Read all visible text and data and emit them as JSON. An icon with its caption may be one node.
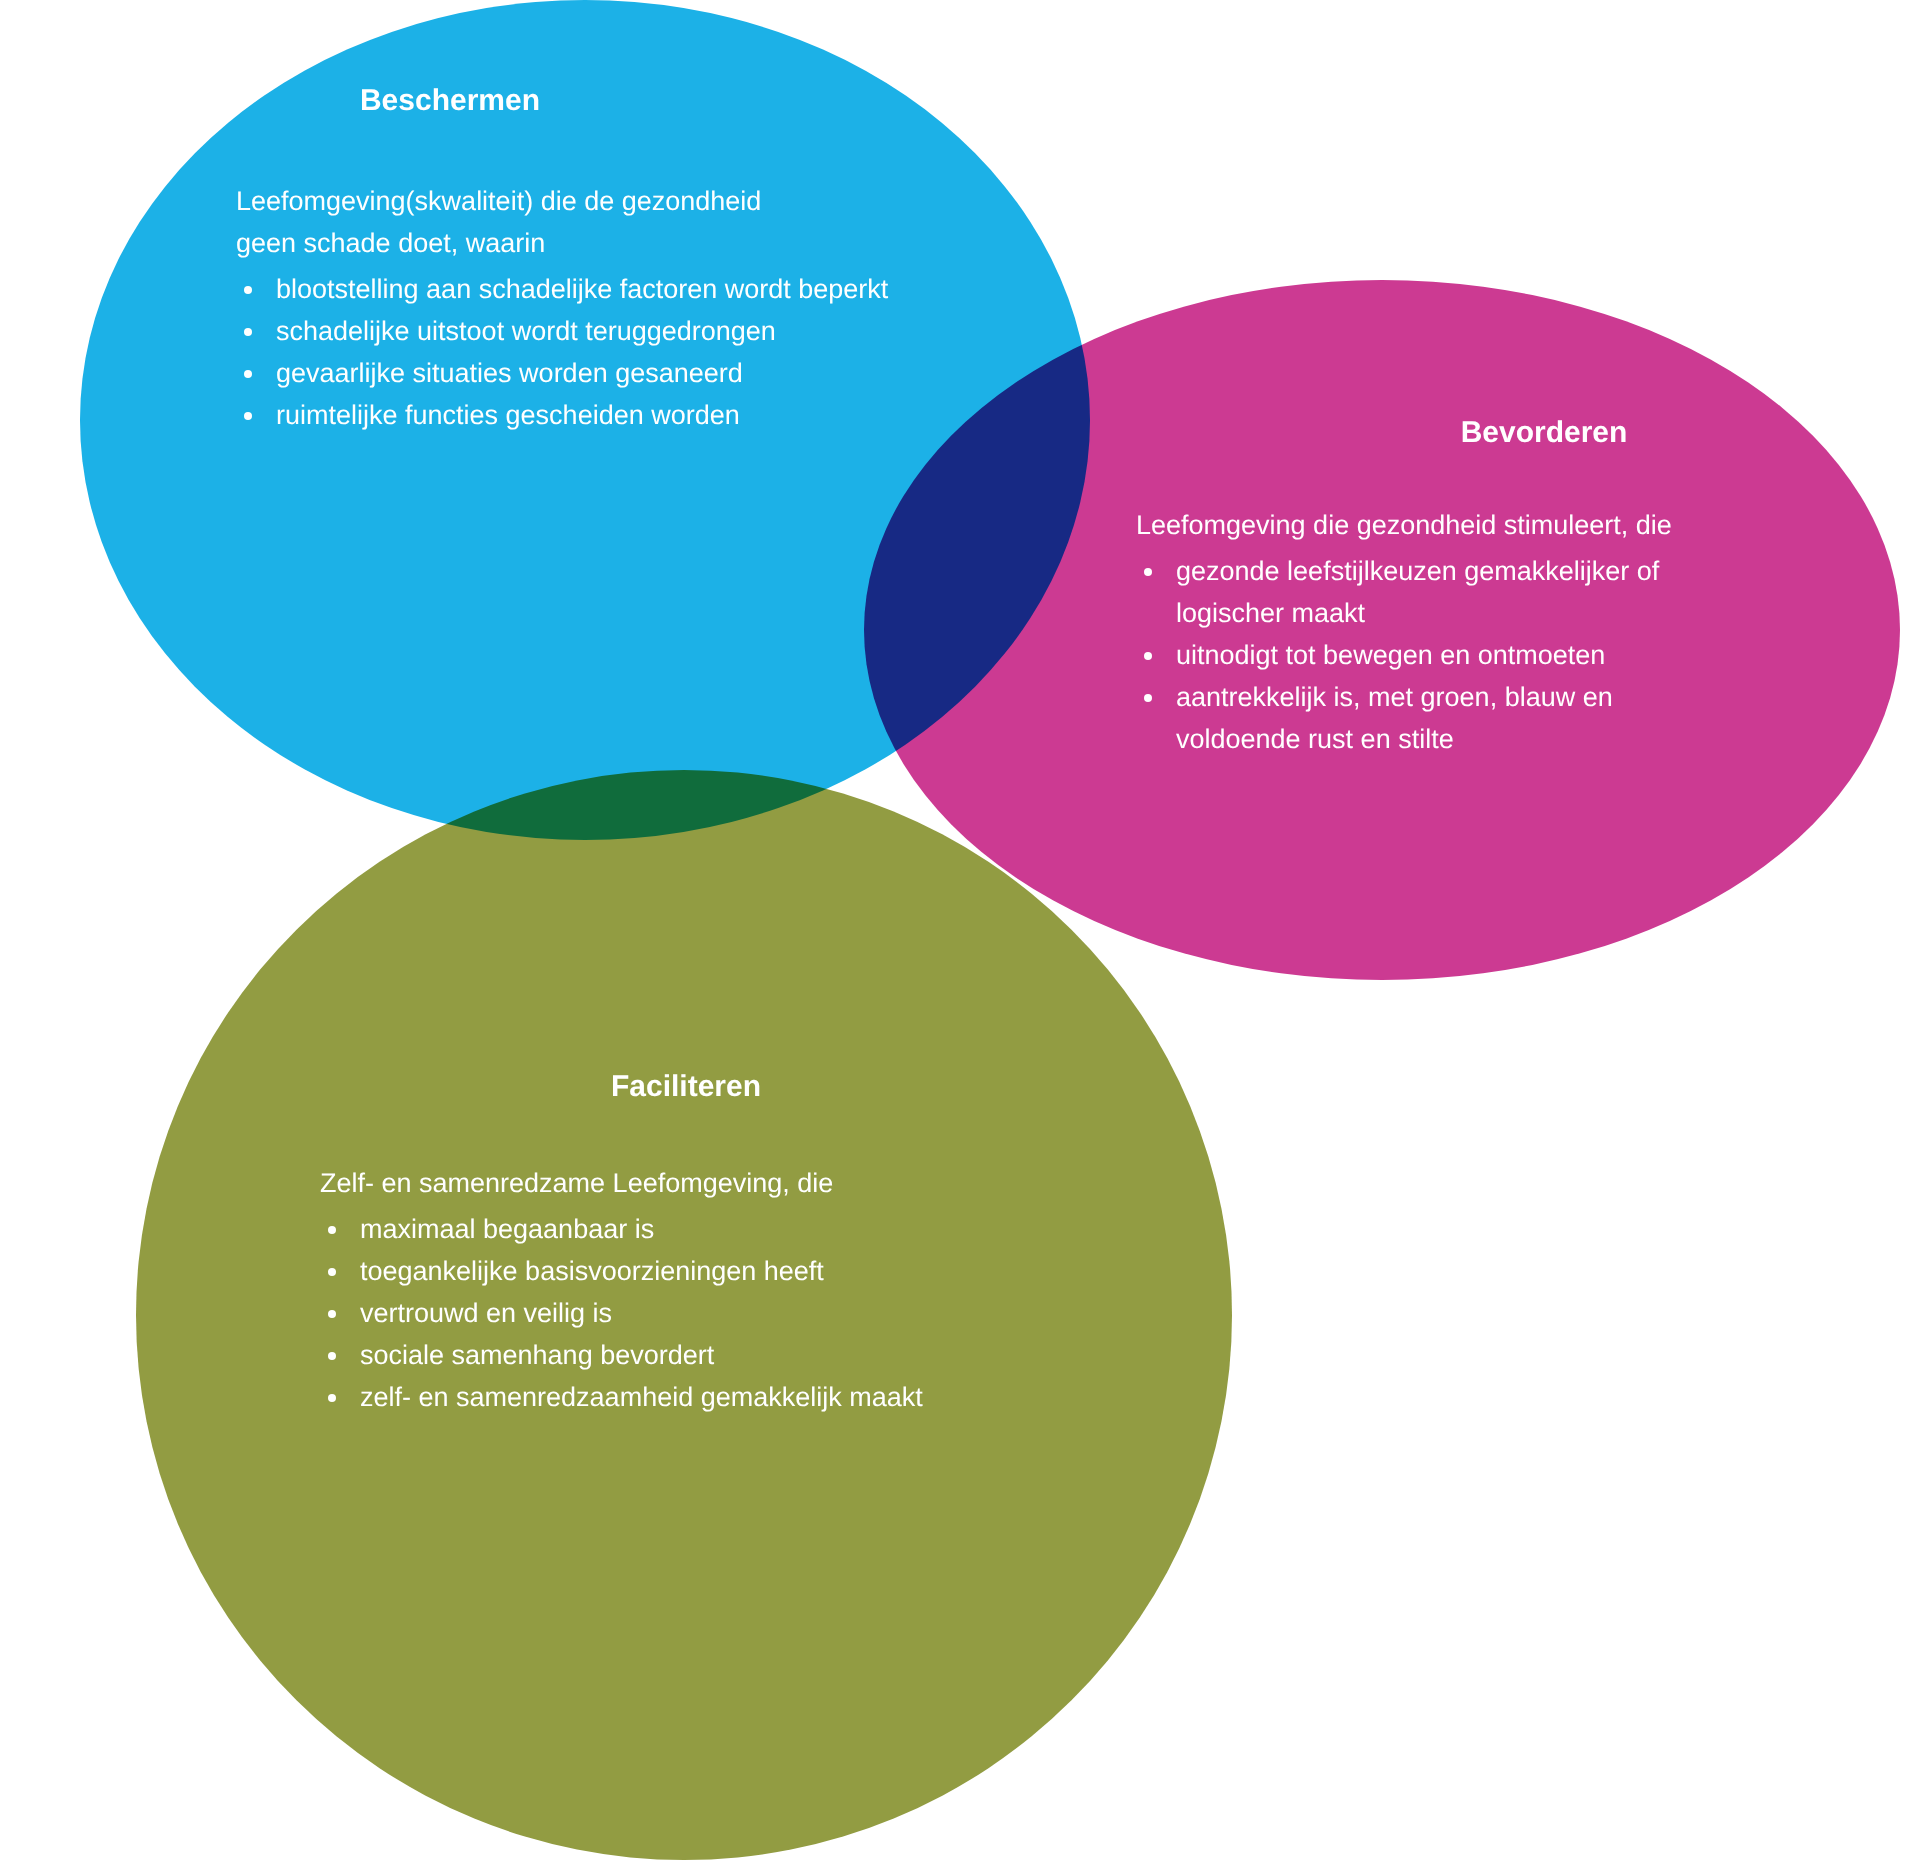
{
  "diagram": {
    "nodes": [
      {
        "text": [
          "Beschermen",
          "Leefomgeving(skwaliteit) die de gezondheid geen schade doet, waarin",
          "blootstelling aan schadelijke factoren wordt beperkt",
          "schadelijke uitstoot wordt teruggedrongen",
          "gevaarlijke situaties worden gesaneerd",
          "ruimtelijke functies gescheiden worden"
        ]
      },
      {
        "text": [
          "Bevorderen",
          "Leefomgeving die gezondheid stimuleert, die",
          "gezonde leefstijlkeuzen gemakkelijker of logischer maakt",
          "uitnodigt tot bewegen en ontmoeten",
          "aantrekkelijk is, met groen, blauw en voldoende rust en stilte"
        ]
      },
      {
        "text": [
          "Faciliteren",
          "Zelf- en samenredzame Leefomgeving, die",
          "maximaal begaanbaar is",
          "toegankelijke basisvoorzieningen heeft",
          "vertrouwd en veilig is",
          "sociale samenhang bevordert",
          "zelf- en samenredzaamheid gemakkelijk maakt"
        ]
      }
    ]
  }
}
